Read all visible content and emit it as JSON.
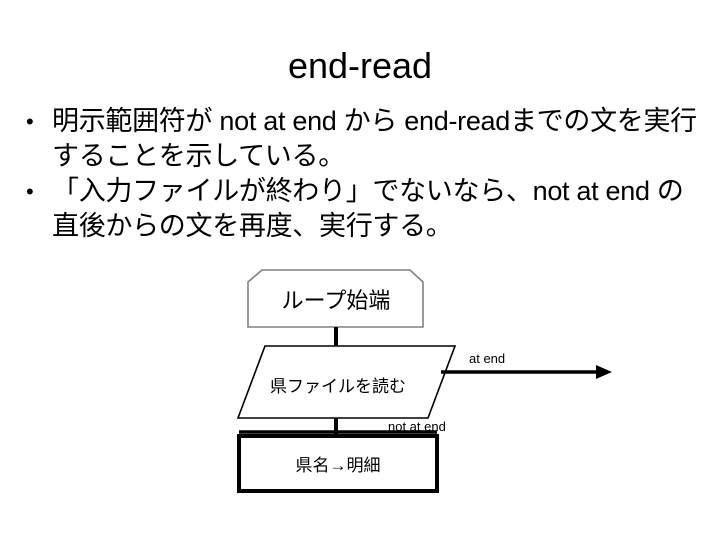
{
  "slide": {
    "title": "end-read",
    "background_color": "#ffffff",
    "text_color": "#000000"
  },
  "body": {
    "bullet_mark": "•",
    "bullets": [
      "明示範囲符が  not at end から  end-readまでの文を実行することを示している。",
      "「入力ファイルが終わり」でないなら、not at end  の直後からの文を再度、実行する。"
    ]
  },
  "flowchart": {
    "nodes": [
      {
        "id": "loop-start",
        "shape": "loop-start",
        "label": "ループ始端",
        "stroke": "#808080",
        "fill": "#ffffff"
      },
      {
        "id": "read-file",
        "shape": "parallelogram",
        "label": "県ファイルを読む",
        "stroke": "#000000",
        "fill": "#ffffff"
      },
      {
        "id": "detail",
        "shape": "rectangle",
        "label": "県名→明細",
        "stroke": "#000000",
        "fill": "#ffffff"
      }
    ],
    "edges": [
      {
        "id": "loop-to-read",
        "label": "",
        "style": "line"
      },
      {
        "id": "read-at-end",
        "label": "at end",
        "style": "arrow-right"
      },
      {
        "id": "read-not-at-end",
        "label": "not at end",
        "style": "line"
      }
    ]
  }
}
